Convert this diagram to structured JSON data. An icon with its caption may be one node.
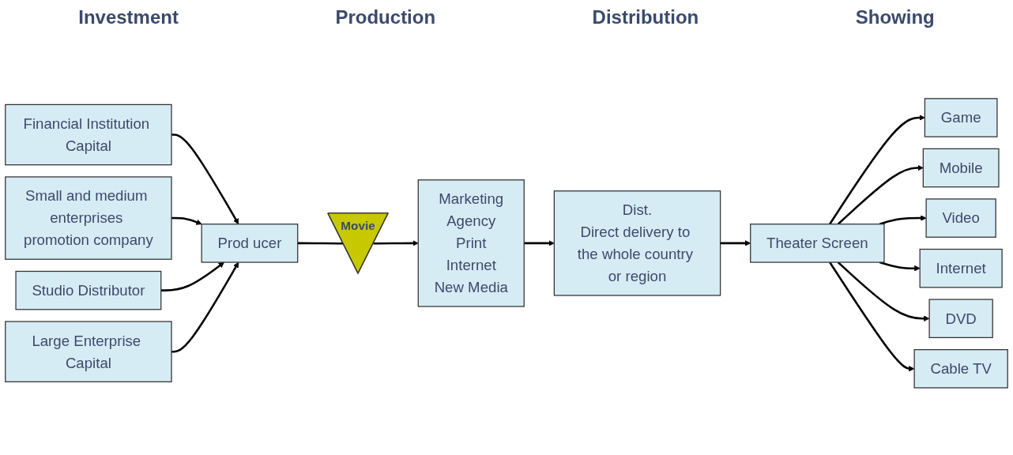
{
  "diagram": {
    "nodes": [
      {
        "text": [
          "Financial Institution Capital"
        ]
      },
      {
        "text": [
          "Small and medium enterprises promotion company"
        ]
      },
      {
        "text": [
          "Studio Distributor"
        ]
      },
      {
        "text": [
          "Large Enterprise Capital"
        ]
      },
      {
        "text": [
          "Prod ucer"
        ]
      },
      {
        "text": [
          "Movie"
        ]
      },
      {
        "text": [
          "Marketing",
          "Agency",
          "Print",
          "Internet",
          "New Media"
        ]
      },
      {
        "text": [
          "Dist.",
          "Direct delivery to the whole country or region"
        ]
      },
      {
        "text": [
          "Theater Screen"
        ]
      },
      {
        "text": [
          "Game"
        ]
      },
      {
        "text": [
          "Mobile"
        ]
      },
      {
        "text": [
          "Video"
        ]
      },
      {
        "text": [
          "Internet"
        ]
      },
      {
        "text": [
          "DVD"
        ]
      },
      {
        "text": [
          "Cable TV"
        ]
      }
    ],
    "edges": [
      {
        "from": 0,
        "to": 4,
        "arrow": "to"
      },
      {
        "from": 1,
        "to": 4,
        "arrow": "to"
      },
      {
        "from": 2,
        "to": 4,
        "arrow": "to"
      },
      {
        "from": 3,
        "to": 4,
        "arrow": "to"
      },
      {
        "from": 4,
        "to": 5,
        "arrow": "none"
      },
      {
        "from": 5,
        "to": 6,
        "arrow": "to"
      },
      {
        "from": 6,
        "to": 7,
        "arrow": "to"
      },
      {
        "from": 7,
        "to": 8,
        "arrow": "to"
      },
      {
        "from": 8,
        "to": 9,
        "arrow": "to"
      },
      {
        "from": 8,
        "to": 10,
        "arrow": "to"
      },
      {
        "from": 8,
        "to": 11,
        "arrow": "to"
      },
      {
        "from": 8,
        "to": 12,
        "arrow": "to"
      },
      {
        "from": 8,
        "to": 13,
        "arrow": "to"
      },
      {
        "from": 8,
        "to": 14,
        "arrow": "to"
      }
    ],
    "labels": [
      "Investment",
      "Production",
      "Distribution",
      "Showing"
    ]
  }
}
